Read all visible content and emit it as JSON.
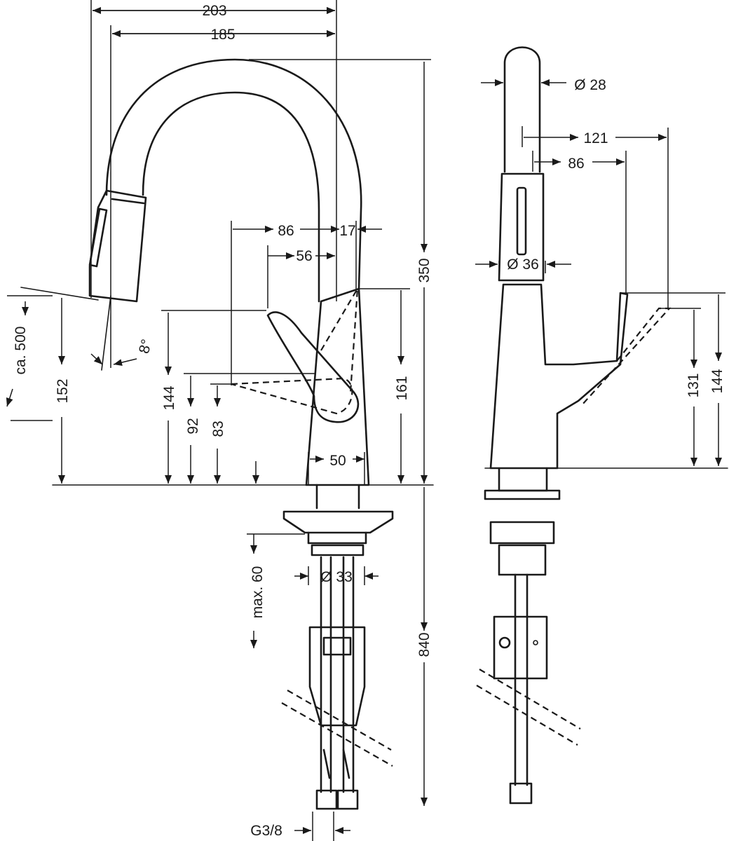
{
  "dimensions": {
    "width_total": "203",
    "width_spout": "185",
    "lever_reach": "86",
    "spout_offset": "17",
    "lever_inner": "56",
    "spout_height": "350",
    "handle_height_left": "144",
    "lever_height": "92",
    "lever_base": "83",
    "outlet_height": "152",
    "pullout_length": "ca. 500",
    "swivel_angle": "8°",
    "body_width": "50",
    "body_height": "161",
    "counter_thickness": "max. 60",
    "hole_diameter": "Ø 33",
    "supply_length": "840",
    "thread": "G3/8",
    "spray_diameter": "Ø 28",
    "side_reach": "121",
    "side_handle_reach": "86",
    "body_diameter": "Ø 36",
    "side_lever_height": "131",
    "side_handle_height": "144"
  }
}
